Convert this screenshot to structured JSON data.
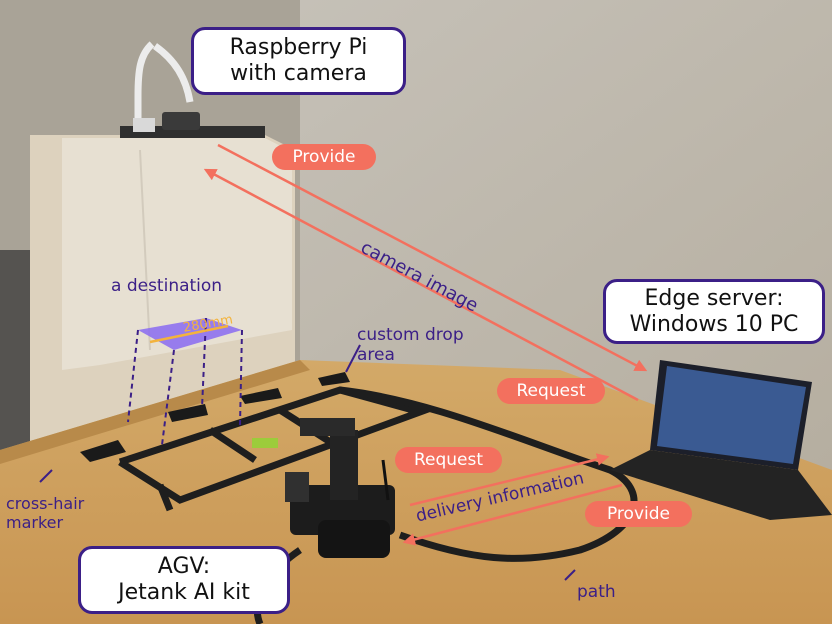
{
  "boxes": {
    "raspberry_pi": {
      "line1": "Raspberry Pi",
      "line2": "with camera"
    },
    "edge_server": {
      "line1": "Edge server:",
      "line2": "Windows 10 PC"
    },
    "agv": {
      "line1": "AGV:",
      "line2": "Jetank AI kit"
    }
  },
  "pills": {
    "provide_top": "Provide",
    "request_top": "Request",
    "request_mid": "Request",
    "provide_bottom": "Provide"
  },
  "labels": {
    "destination": "a destination",
    "dimension": "280mm",
    "drop_area_1": "custom drop",
    "drop_area_2": "area",
    "camera_image": "camera image",
    "delivery_information": "delivery information",
    "crosshair_1": "cross-hair",
    "crosshair_2": "marker",
    "path": "path"
  },
  "colors": {
    "accent": "#3b1f87",
    "arrow": "#f3705e",
    "destination_fill": "#8c6df0"
  }
}
